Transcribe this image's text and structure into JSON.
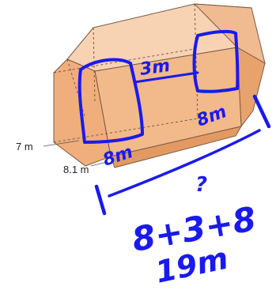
{
  "figure": {
    "label_height": "7 m",
    "label_side": "8.1 m"
  },
  "annotations": {
    "gap_label": "3m",
    "left_face_label": "8m",
    "right_face_label": "8m",
    "unknown_label": "?",
    "sum_line": "8+3+8",
    "result_line": "19m"
  },
  "colors": {
    "prism_face_front": "#f2b98a",
    "prism_face_top": "#f7d2b3",
    "prism_face_side": "#e8a36c",
    "ink": "#1a1aee"
  }
}
